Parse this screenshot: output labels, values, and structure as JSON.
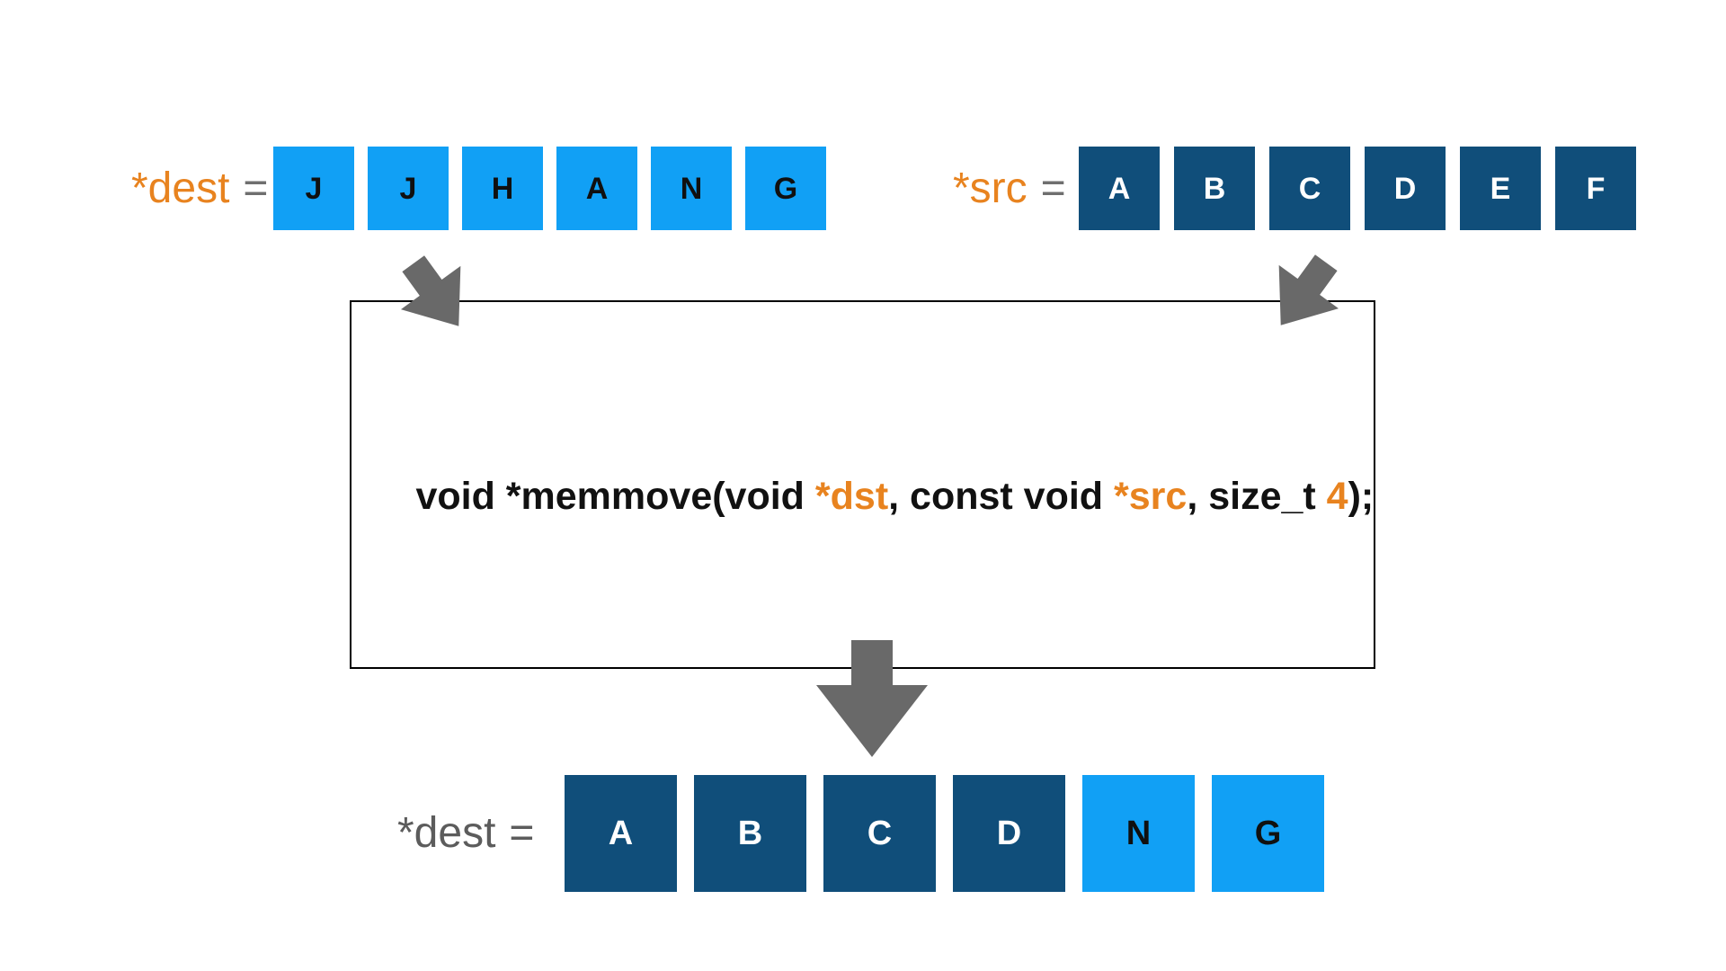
{
  "colors": {
    "light_blue": "#11A0F5",
    "dark_blue": "#104E7A",
    "orange": "#E8831F",
    "equals_gray": "#6F6F6F",
    "gray_label": "#5C5C5C",
    "arrow_gray": "#696969",
    "cell_text_dark": "#101010",
    "cell_text_light": "#FFFFFF",
    "code_black": "#111111",
    "box_border": "#000000"
  },
  "dest_initial": {
    "label": "*dest",
    "equals": "=",
    "cells": [
      "J",
      "J",
      "H",
      "A",
      "N",
      "G"
    ]
  },
  "src": {
    "label": "*src",
    "equals": "=",
    "cells": [
      "A",
      "B",
      "C",
      "D",
      "E",
      "F"
    ]
  },
  "function_call": {
    "parts": [
      {
        "text": "void *memmove(void ",
        "highlight": false
      },
      {
        "text": "*dst",
        "highlight": true
      },
      {
        "text": ", const void ",
        "highlight": false
      },
      {
        "text": "*src",
        "highlight": true
      },
      {
        "text": ", size_t ",
        "highlight": false
      },
      {
        "text": "4",
        "highlight": true
      },
      {
        "text": ");",
        "highlight": false
      }
    ]
  },
  "dest_result": {
    "label": "*dest",
    "equals": "=",
    "cells": [
      {
        "char": "A",
        "source": "src"
      },
      {
        "char": "B",
        "source": "src"
      },
      {
        "char": "C",
        "source": "src"
      },
      {
        "char": "D",
        "source": "src"
      },
      {
        "char": "N",
        "source": "dest"
      },
      {
        "char": "G",
        "source": "dest"
      }
    ]
  }
}
